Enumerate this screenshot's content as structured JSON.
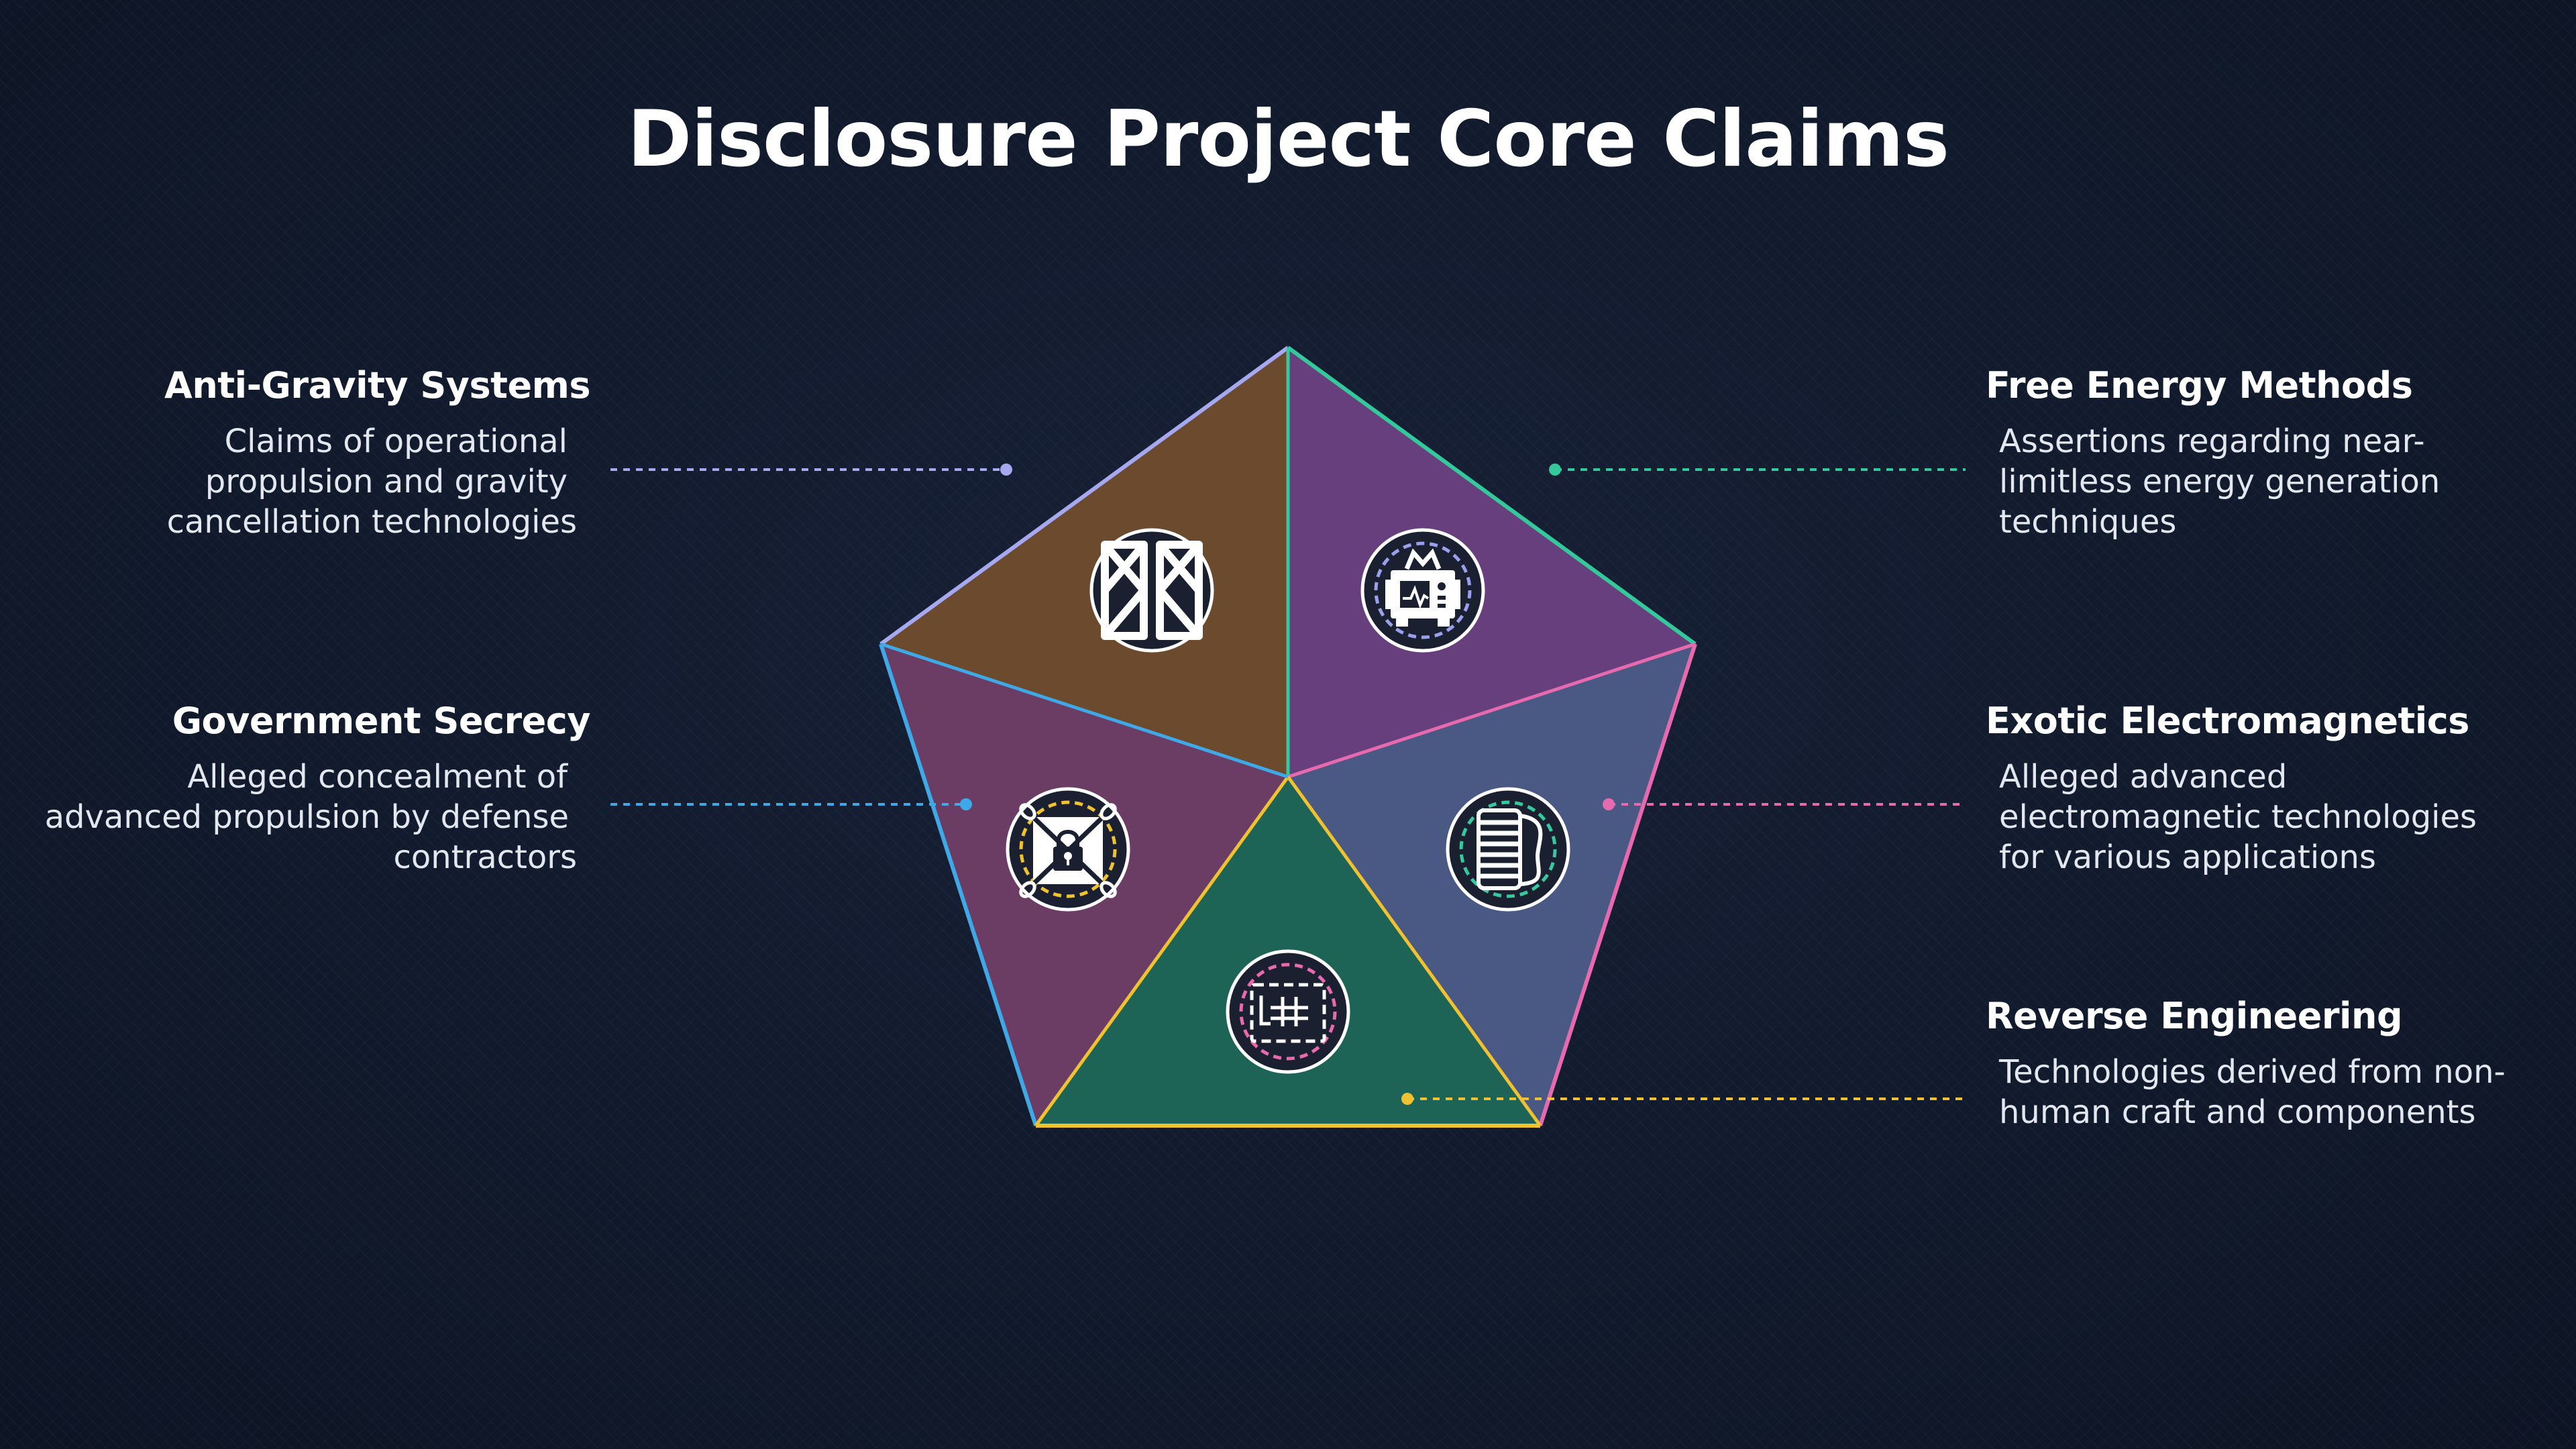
{
  "title": "Disclosure Project Core Claims",
  "claims": [
    {
      "id": "anti-gravity",
      "heading": "Anti-Gravity Systems",
      "description_lines": [
        "Claims of operational",
        "propulsion and gravity",
        "cancellation technologies"
      ],
      "fill": "#6b4a2e",
      "stroke": "#a7a9f0",
      "dot": "#a7a9f0",
      "icon": "anti-gravity-frame-icon"
    },
    {
      "id": "free-energy",
      "heading": "Free Energy Methods",
      "description_lines": [
        "Assertions regarding near-",
        "limitless energy generation",
        "techniques"
      ],
      "fill": "#673f7d",
      "stroke": "#34c99a",
      "dot": "#34c99a",
      "icon": "generator-icon"
    },
    {
      "id": "exotic-em",
      "heading": "Exotic Electromagnetics",
      "description_lines": [
        "Alleged advanced",
        "electromagnetic technologies",
        "for various applications"
      ],
      "fill": "#4a5983",
      "stroke": "#e86aae",
      "dot": "#e86aae",
      "icon": "coil-icon"
    },
    {
      "id": "reverse-eng",
      "heading": "Reverse Engineering",
      "description_lines": [
        "Technologies derived from non-",
        "human craft and components"
      ],
      "fill": "#1e6456",
      "stroke": "#f0c230",
      "dot": "#f0c230",
      "icon": "circuit-board-icon"
    },
    {
      "id": "secrecy",
      "heading": "Government Secrecy",
      "description_lines": [
        "Alleged concealment of",
        "advanced propulsion by defense",
        "contractors"
      ],
      "fill": "#6b3d64",
      "stroke": "#3fa9e8",
      "dot": "#3fa9e8",
      "icon": "chained-lock-icon"
    }
  ]
}
